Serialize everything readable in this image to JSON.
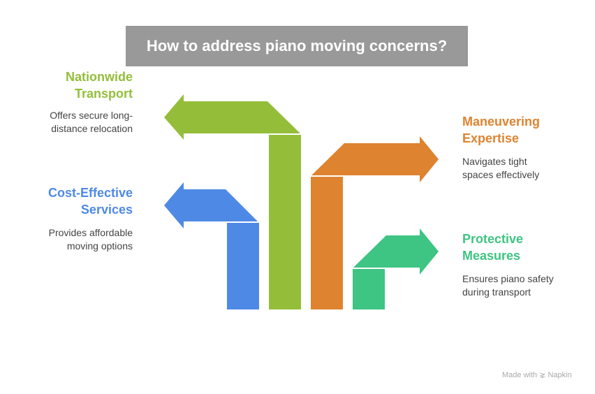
{
  "title": "How to address piano moving concerns?",
  "items": [
    {
      "heading_line1": "Nationwide",
      "heading_line2": "Transport",
      "desc_line1": "Offers secure long-",
      "desc_line2": "distance relocation",
      "color": "#94BE3A"
    },
    {
      "heading_line1": "Cost-Effective",
      "heading_line2": "Services",
      "desc_line1": "Provides affordable",
      "desc_line2": "moving options",
      "color": "#4E89E5"
    },
    {
      "heading_line1": "Maneuvering",
      "heading_line2": "Expertise",
      "desc_line1": "Navigates tight",
      "desc_line2": "spaces effectively",
      "color": "#DE8330"
    },
    {
      "heading_line1": "Protective",
      "heading_line2": "Measures",
      "desc_line1": "Ensures piano safety",
      "desc_line2": "during transport",
      "color": "#3EC483"
    }
  ],
  "watermark": "Made with ⋧ Napkin"
}
